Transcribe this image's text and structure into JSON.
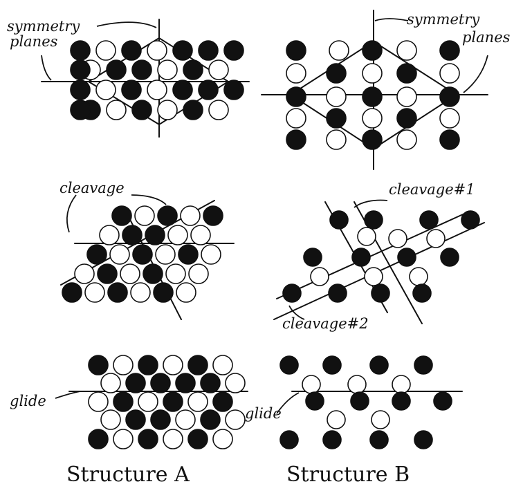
{
  "colors": {
    "ink": "#111111",
    "paper": "#ffffff"
  },
  "labels": {
    "symmetry_a_1": "symmetry",
    "symmetry_a_2": "planes",
    "symmetry_b_1": "symmetry",
    "symmetry_b_2": "planes",
    "cleavage_a": "cleavage",
    "cleavage_b1": "cleavage#1",
    "cleavage_b2": "cleavage#2",
    "glide_a": "glide",
    "glide_b": "glide",
    "structure_a": "Structure A",
    "structure_b": "Structure B"
  }
}
